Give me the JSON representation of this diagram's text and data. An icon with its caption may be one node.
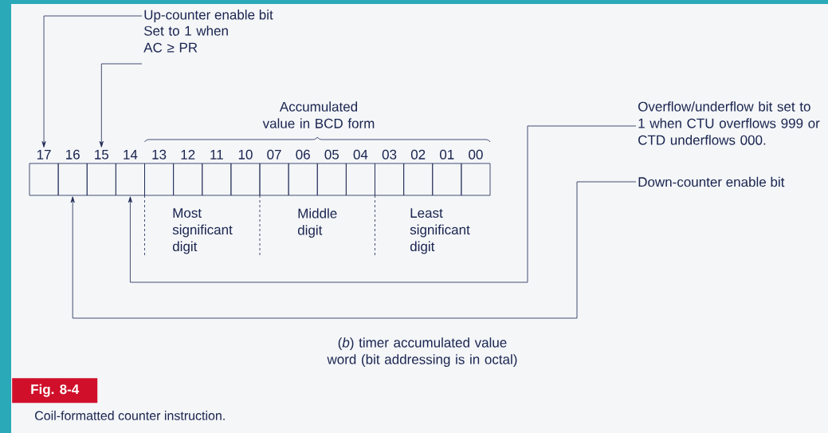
{
  "diagram": {
    "caption": "Coil-formatted counter instruction.",
    "nodes": [
      {
        "text": [
          "17"
        ]
      },
      {
        "text": [
          "16"
        ]
      },
      {
        "text": [
          "15"
        ]
      },
      {
        "text": [
          "14"
        ]
      },
      {
        "text": [
          "13"
        ]
      },
      {
        "text": [
          "12"
        ]
      },
      {
        "text": [
          "11"
        ]
      },
      {
        "text": [
          "10"
        ]
      },
      {
        "text": [
          "07"
        ]
      },
      {
        "text": [
          "06"
        ]
      },
      {
        "text": [
          "05"
        ]
      },
      {
        "text": [
          "04"
        ]
      },
      {
        "text": [
          "03"
        ]
      },
      {
        "text": [
          "02"
        ]
      },
      {
        "text": [
          "01"
        ]
      },
      {
        "text": [
          "00"
        ]
      },
      {
        "text": [
          "Up-counter enable bit"
        ]
      },
      {
        "text": [
          "Set to 1 when AC ≥ PR"
        ]
      },
      {
        "text": [
          "Overflow/underflow bit set to 1 when CTU overflows 999 or CTD underflows 000."
        ]
      },
      {
        "text": [
          "Down-counter enable bit"
        ]
      }
    ],
    "edges": [
      {
        "from": 16,
        "to": 0,
        "arrow": "to"
      },
      {
        "from": 17,
        "to": 2,
        "arrow": "to"
      },
      {
        "from": 18,
        "to": 3,
        "arrow": "to"
      },
      {
        "from": 19,
        "to": 1,
        "arrow": "to"
      }
    ],
    "labels": [
      "Accumulated value in BCD form",
      "Most significant digit",
      "Middle digit",
      "Least significant digit",
      "(*b*) timer accumulated value word (bit addressing is in octal)",
      "Fig. 8-4"
    ]
  }
}
